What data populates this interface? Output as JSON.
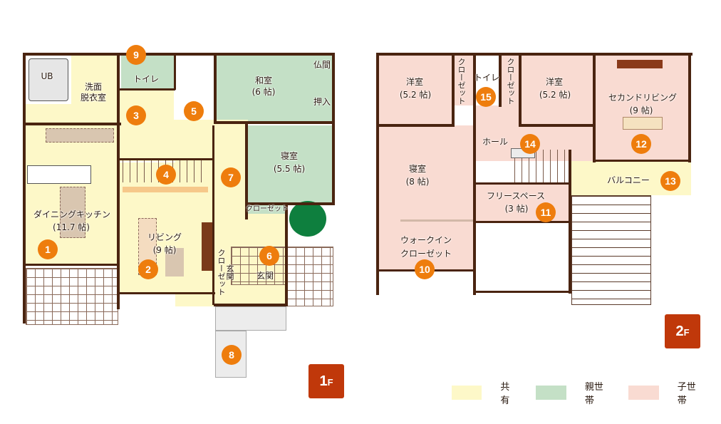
{
  "floors": [
    {
      "tag": {
        "number": "1",
        "suffix": "F"
      },
      "rooms": {
        "ub": {
          "name": "UB"
        },
        "washroom": {
          "name": "洗面\n脱衣室"
        },
        "toilet": {
          "name": "トイレ"
        },
        "washitsu": {
          "name": "和室",
          "size": "(6 帖)"
        },
        "butsuma": {
          "name": "仏間"
        },
        "oshiire": {
          "name": "押入"
        },
        "bedroom": {
          "name": "寝室",
          "size": "(5.5 帖)"
        },
        "closet": {
          "name": "クローゼット"
        },
        "dining": {
          "name": "ダイニングキッチン",
          "size": "(11.7 帖)"
        },
        "living": {
          "name": "リビング",
          "size": "(9 帖)"
        },
        "entrance_closet": {
          "name": "玄関\nクローゼット"
        },
        "entrance": {
          "name": "玄関"
        }
      },
      "badges": [
        "1",
        "2",
        "3",
        "4",
        "5",
        "6",
        "7",
        "8",
        "9"
      ]
    },
    {
      "tag": {
        "number": "2",
        "suffix": "F"
      },
      "rooms": {
        "western_left": {
          "name": "洋室",
          "size": "(5.2 帖)"
        },
        "closet_left": {
          "name": "クローゼット"
        },
        "toilet": {
          "name": "トイレ"
        },
        "closet_right": {
          "name": "クローゼット"
        },
        "western_right": {
          "name": "洋室",
          "size": "(5.2 帖)"
        },
        "second_living": {
          "name": "セカンドリビング",
          "size": "(9 帖)"
        },
        "hall": {
          "name": "ホール"
        },
        "bedroom": {
          "name": "寝室",
          "size": "(8 帖)"
        },
        "free_space": {
          "name": "フリースペース",
          "size": "(3 帖)"
        },
        "balcony": {
          "name": "バルコニー"
        },
        "walkin": {
          "name": "ウォークイン\nクローゼット"
        }
      },
      "badges": [
        "10",
        "11",
        "12",
        "13",
        "14",
        "15"
      ]
    }
  ],
  "legend": [
    {
      "label": "共有",
      "color": "#fdf8c8"
    },
    {
      "label": "親世帯",
      "color": "#c4e0c6"
    },
    {
      "label": "子世帯",
      "color": "#f9dbd2"
    }
  ],
  "colors": {
    "badge": "#ee7d0d",
    "floor_tag": "#c0380a",
    "wall": "#4a2410"
  }
}
